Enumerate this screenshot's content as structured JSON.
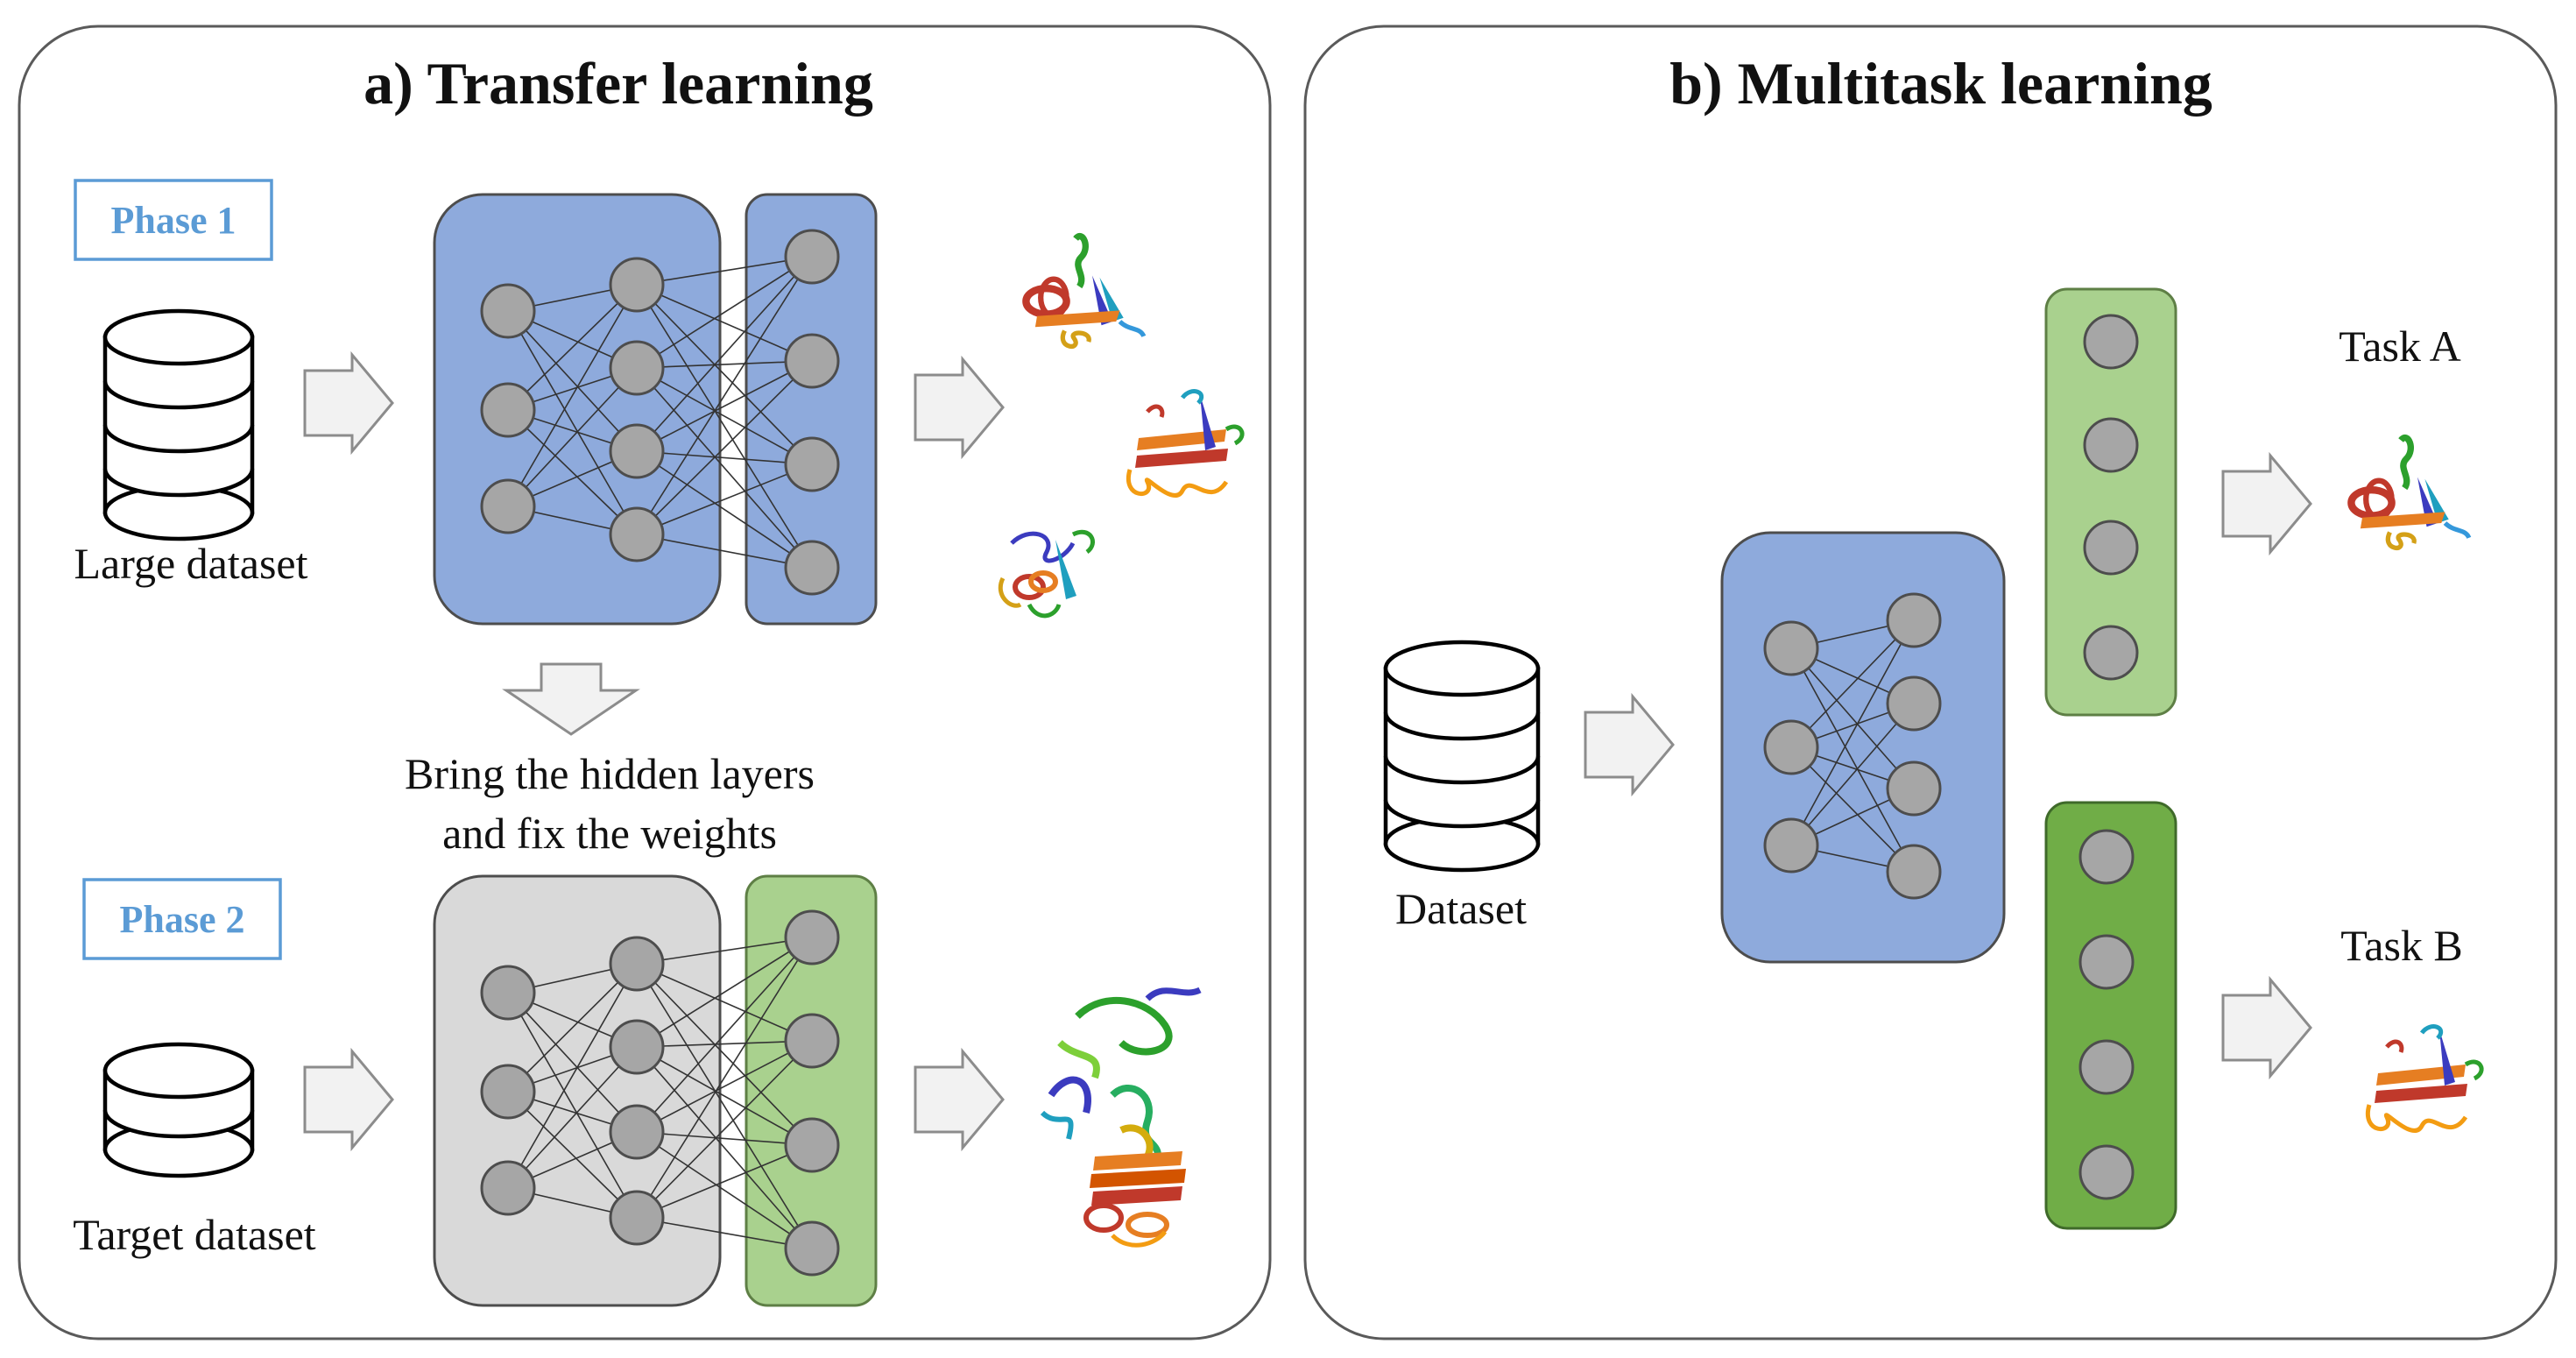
{
  "panel_a": {
    "title": "a) Transfer learning",
    "phase1": "Phase 1",
    "phase2": "Phase 2",
    "large_dataset": "Large dataset",
    "target_dataset": "Target dataset",
    "transfer_line1": "Bring the hidden layers",
    "transfer_line2": "and fix the weights"
  },
  "panel_b": {
    "title": "b) Multitask learning",
    "dataset": "Dataset",
    "task_a": "Task A",
    "task_b": "Task B"
  },
  "colors": {
    "hidden_blue": "#8eaadc",
    "frozen_gray": "#d9d9d9",
    "head_light_green": "#a9d18e",
    "head_dark_green": "#70ad47",
    "phase_label_blue": "#5b9bd5"
  },
  "icons": [
    "database-icon",
    "protein-structure-icon",
    "arrow-icon"
  ]
}
